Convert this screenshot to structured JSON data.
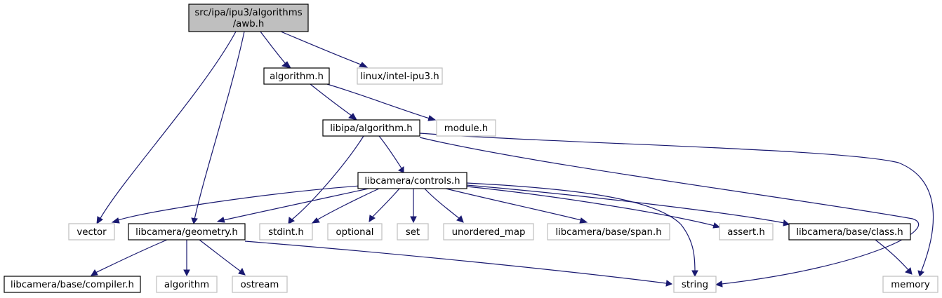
{
  "colors": {
    "root_fill": "#bfbfbf",
    "documented_stroke": "#000000",
    "external_stroke": "#bfbfbf",
    "edge": "#191970",
    "external_text": "#404040"
  },
  "nodes": {
    "root": {
      "line1": "src/ipa/ipu3/algorithms",
      "line2": "/awb.h",
      "kind": "root"
    },
    "algorithm_h": {
      "label": "algorithm.h",
      "kind": "documented"
    },
    "linux_intel_ipu3_h": {
      "label": "linux/intel-ipu3.h",
      "kind": "external"
    },
    "libipa_algorithm_h": {
      "label": "libipa/algorithm.h",
      "kind": "documented"
    },
    "module_h": {
      "label": "module.h",
      "kind": "external"
    },
    "libcamera_controls_h": {
      "label": "libcamera/controls.h",
      "kind": "documented"
    },
    "vector": {
      "label": "vector",
      "kind": "external"
    },
    "libcamera_geometry_h": {
      "label": "libcamera/geometry.h",
      "kind": "documented"
    },
    "stdint_h": {
      "label": "stdint.h",
      "kind": "external"
    },
    "optional": {
      "label": "optional",
      "kind": "external"
    },
    "set": {
      "label": "set",
      "kind": "external"
    },
    "unordered_map": {
      "label": "unordered_map",
      "kind": "external"
    },
    "libcamera_base_span_h": {
      "label": "libcamera/base/span.h",
      "kind": "external"
    },
    "assert_h": {
      "label": "assert.h",
      "kind": "external"
    },
    "libcamera_base_class_h": {
      "label": "libcamera/base/class.h",
      "kind": "documented"
    },
    "libcamera_base_compiler_h": {
      "label": "libcamera/base/compiler.h",
      "kind": "documented"
    },
    "algorithm": {
      "label": "algorithm",
      "kind": "external"
    },
    "ostream": {
      "label": "ostream",
      "kind": "external"
    },
    "string": {
      "label": "string",
      "kind": "external"
    },
    "memory": {
      "label": "memory",
      "kind": "external"
    }
  },
  "edges": [
    {
      "from": "root",
      "to": "algorithm_h"
    },
    {
      "from": "root",
      "to": "linux_intel_ipu3_h"
    },
    {
      "from": "root",
      "to": "vector"
    },
    {
      "from": "root",
      "to": "libcamera_geometry_h"
    },
    {
      "from": "algorithm_h",
      "to": "libipa_algorithm_h"
    },
    {
      "from": "algorithm_h",
      "to": "module_h"
    },
    {
      "from": "libipa_algorithm_h",
      "to": "libcamera_controls_h"
    },
    {
      "from": "libipa_algorithm_h",
      "to": "stdint_h"
    },
    {
      "from": "libipa_algorithm_h",
      "to": "string"
    },
    {
      "from": "libipa_algorithm_h",
      "to": "memory"
    },
    {
      "from": "libcamera_controls_h",
      "to": "vector"
    },
    {
      "from": "libcamera_controls_h",
      "to": "libcamera_geometry_h"
    },
    {
      "from": "libcamera_controls_h",
      "to": "stdint_h"
    },
    {
      "from": "libcamera_controls_h",
      "to": "optional"
    },
    {
      "from": "libcamera_controls_h",
      "to": "set"
    },
    {
      "from": "libcamera_controls_h",
      "to": "unordered_map"
    },
    {
      "from": "libcamera_controls_h",
      "to": "libcamera_base_span_h"
    },
    {
      "from": "libcamera_controls_h",
      "to": "string"
    },
    {
      "from": "libcamera_controls_h",
      "to": "assert_h"
    },
    {
      "from": "libcamera_controls_h",
      "to": "libcamera_base_class_h"
    },
    {
      "from": "libcamera_geometry_h",
      "to": "libcamera_base_compiler_h"
    },
    {
      "from": "libcamera_geometry_h",
      "to": "algorithm"
    },
    {
      "from": "libcamera_geometry_h",
      "to": "ostream"
    },
    {
      "from": "libcamera_geometry_h",
      "to": "string"
    },
    {
      "from": "libcamera_base_class_h",
      "to": "memory"
    }
  ]
}
